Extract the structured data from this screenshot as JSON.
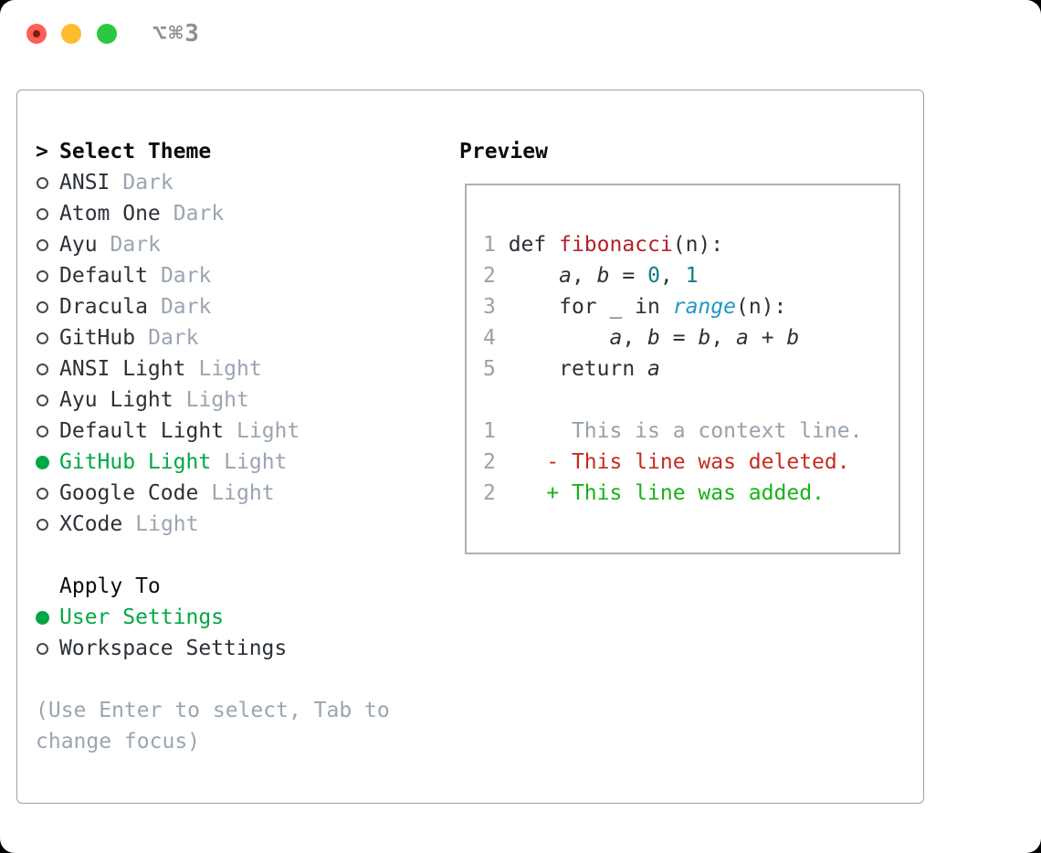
{
  "titlebar": {
    "shortcut": "⌥⌘3",
    "traffic_lights": [
      "close",
      "minimize",
      "zoom"
    ]
  },
  "theme_list": {
    "header_prefix": ">",
    "header": "Select Theme",
    "items": [
      {
        "name": "ANSI",
        "variant": "Dark",
        "selected": false
      },
      {
        "name": "Atom One",
        "variant": "Dark",
        "selected": false
      },
      {
        "name": "Ayu",
        "variant": "Dark",
        "selected": false
      },
      {
        "name": "Default",
        "variant": "Dark",
        "selected": false
      },
      {
        "name": "Dracula",
        "variant": "Dark",
        "selected": false
      },
      {
        "name": "GitHub",
        "variant": "Dark",
        "selected": false
      },
      {
        "name": "ANSI Light",
        "variant": "Light",
        "selected": false
      },
      {
        "name": "Ayu Light",
        "variant": "Light",
        "selected": false
      },
      {
        "name": "Default Light",
        "variant": "Light",
        "selected": false
      },
      {
        "name": "GitHub Light",
        "variant": "Light",
        "selected": true
      },
      {
        "name": "Google Code",
        "variant": "Light",
        "selected": false
      },
      {
        "name": "XCode",
        "variant": "Light",
        "selected": false
      }
    ]
  },
  "apply_to": {
    "header": "Apply To",
    "options": [
      {
        "label": "User Settings",
        "selected": true
      },
      {
        "label": "Workspace Settings",
        "selected": false
      }
    ]
  },
  "hint": "(Use Enter to select, Tab to change focus)",
  "preview": {
    "header": "Preview",
    "code_lines": [
      {
        "tokens": [
          {
            "t": "1 ",
            "c": "lnum"
          },
          {
            "t": "def ",
            "c": "code"
          },
          {
            "t": "fibonacci",
            "c": "fn"
          },
          {
            "t": "(n):",
            "c": "code"
          }
        ]
      },
      {
        "tokens": [
          {
            "t": "2 ",
            "c": "lnum"
          },
          {
            "t": "    ",
            "c": "code"
          },
          {
            "t": "a",
            "c": "var"
          },
          {
            "t": ", ",
            "c": "code"
          },
          {
            "t": "b",
            "c": "var"
          },
          {
            "t": " = ",
            "c": "code"
          },
          {
            "t": "0",
            "c": "num"
          },
          {
            "t": ", ",
            "c": "code"
          },
          {
            "t": "1",
            "c": "num"
          }
        ]
      },
      {
        "tokens": [
          {
            "t": "3 ",
            "c": "lnum"
          },
          {
            "t": "    for _ in ",
            "c": "code"
          },
          {
            "t": "range",
            "c": "builtin"
          },
          {
            "t": "(n):",
            "c": "code"
          }
        ]
      },
      {
        "tokens": [
          {
            "t": "4 ",
            "c": "lnum"
          },
          {
            "t": "        ",
            "c": "code"
          },
          {
            "t": "a",
            "c": "var"
          },
          {
            "t": ", ",
            "c": "code"
          },
          {
            "t": "b",
            "c": "var"
          },
          {
            "t": " = ",
            "c": "code"
          },
          {
            "t": "b",
            "c": "var"
          },
          {
            "t": ", ",
            "c": "code"
          },
          {
            "t": "a",
            "c": "var"
          },
          {
            "t": " + ",
            "c": "code"
          },
          {
            "t": "b",
            "c": "var"
          }
        ]
      },
      {
        "tokens": [
          {
            "t": "5 ",
            "c": "lnum"
          },
          {
            "t": "    return ",
            "c": "code"
          },
          {
            "t": "a",
            "c": "var"
          }
        ]
      },
      {
        "tokens": []
      },
      {
        "tokens": [
          {
            "t": "1",
            "c": "lnum"
          },
          {
            "t": "      This is a context line.",
            "c": "ctx"
          }
        ]
      },
      {
        "tokens": [
          {
            "t": "2",
            "c": "lnum"
          },
          {
            "t": "    ",
            "c": "code"
          },
          {
            "t": "- This line was deleted.",
            "c": "del"
          }
        ]
      },
      {
        "tokens": [
          {
            "t": "2",
            "c": "lnum"
          },
          {
            "t": "    ",
            "c": "code"
          },
          {
            "t": "+ This line was added.",
            "c": "add"
          }
        ]
      }
    ]
  },
  "colors": {
    "text": "#2b3138",
    "muted": "#9aa5b2",
    "linenum": "#98a2ad",
    "green": "#00a843",
    "tl_red": "#ff5f57",
    "tl_red_dot": "#7d1b18",
    "tl_yellow": "#febc2e",
    "tl_green": "#2ac840",
    "border": "#9aa3ae",
    "fn_red": "#b3222a",
    "num_teal": "#0e7c86",
    "builtin_blue": "#2196c9",
    "ctx_gray": "#97a1ab",
    "del_red": "#c62c1d",
    "add_green": "#17b217",
    "header_black": "#0a0c0e",
    "shortcut_gray": "#8a9199"
  }
}
